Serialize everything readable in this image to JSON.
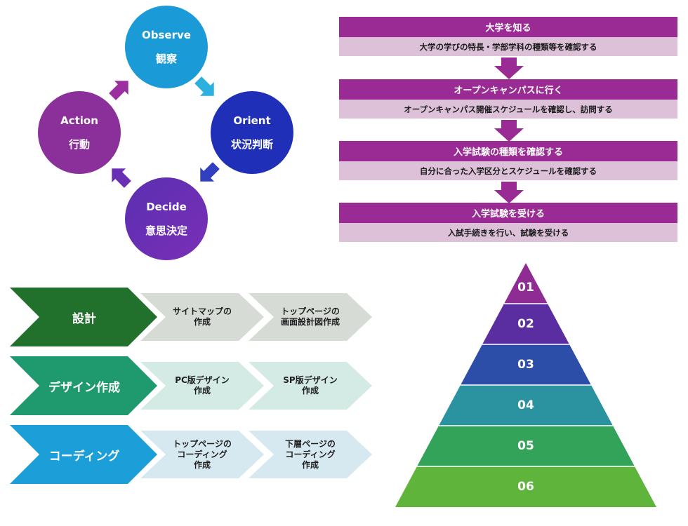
{
  "cycle": {
    "observe": {
      "en": "Observe",
      "ja": "観察"
    },
    "orient": {
      "en": "Orient",
      "ja": "状況判断"
    },
    "decide": {
      "en": "Decide",
      "ja": "意思決定"
    },
    "action": {
      "en": "Action",
      "ja": "行動"
    },
    "colors": {
      "observe": "#1a9ad6",
      "orient": "#1f2fb8",
      "decide": "#6a2fb4",
      "action": "#8b2f9a"
    }
  },
  "flow": {
    "steps": [
      {
        "title": "大学を知る",
        "desc": "大学の学びの特長・学部学科の種類等を確認する"
      },
      {
        "title": "オープンキャンパスに行く",
        "desc": "オープンキャンパス開催スケジュールを確認し、訪問する"
      },
      {
        "title": "入学試験の種類を確認する",
        "desc": "自分に合った入学区分とスケジュールを確認する"
      },
      {
        "title": "入学試験を受ける",
        "desc": "入試手続きを行い、試験を受ける"
      }
    ],
    "colors": {
      "head": "#9b2b94",
      "body": "#dcc1d8",
      "arrow": "#9b2b94"
    }
  },
  "chevrons": {
    "rows": [
      {
        "main": "設計",
        "subs": [
          [
            "サイトマップの",
            "作成"
          ],
          [
            "トップページの",
            "画面設計図作成"
          ]
        ]
      },
      {
        "main": "デザイン作成",
        "subs": [
          [
            "PC版デザイン",
            "作成"
          ],
          [
            "SP版デザイン",
            "作成"
          ]
        ]
      },
      {
        "main": "コーディング",
        "subs": [
          [
            "トップページの",
            "コーディング",
            "作成"
          ],
          [
            "下層ページの",
            "コーディング",
            "作成"
          ]
        ]
      }
    ],
    "colors": {
      "row1": {
        "main": "#21702c",
        "sub": "#d6dbd6"
      },
      "row2": {
        "main": "#1e9a6e",
        "sub": "#d3ebe4"
      },
      "row3": {
        "main": "#1c9fd8",
        "sub": "#d6e9f0"
      }
    }
  },
  "pyramid": {
    "levels": [
      "01",
      "02",
      "03",
      "04",
      "05",
      "06"
    ],
    "colors": [
      "#8f2c94",
      "#5a2ea0",
      "#2d4ea8",
      "#2b93a0",
      "#33a35a",
      "#5fb53c"
    ]
  }
}
